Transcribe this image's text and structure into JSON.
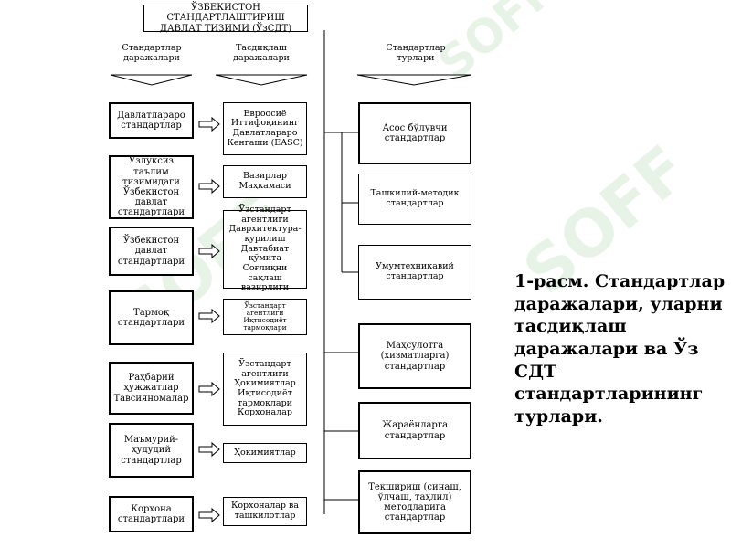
{
  "title": "ЎЗБЕКИСТОН СТАНДАРТЛАШТИРИШ ДАВЛАТ ТИЗИМИ (ЎзСДТ)",
  "headers": {
    "levels": "Стандартлар даражалари",
    "approval": "Тасдиқлаш даражалари",
    "types": "Стандартлар турлари"
  },
  "levels": [
    "Давлатлараро стандартлар",
    "Узлуксиз таълим тизимидаги Ўзбекистон давлат стандартлари",
    "Ўзбекистон давлат стандартлари",
    "Тармоқ стандартлари",
    "Раҳбарий ҳужжатлар Тавсияномалар",
    "Маъмурий-ҳудудий стандартлар",
    "Корхона стандартлари"
  ],
  "approvals": [
    "Евроосиё Иттифоқининг Давлатлараро Кенгаши (EASC)",
    "Вазирлар Маҳкамаси",
    "Ўзстандарт агентлиги Даврхитектура-қурилиш Давтабиат қўмита Соғлиқни сақлаш вазирлиги",
    "Ўзстандарт агентлиги Иқтисодиёт тармоқлари",
    "Ўзстандарт агентлиги Ҳокимиятлар Иқтисодиёт тармоқлари Корхоналар",
    "Ҳокимиятлар",
    "Корхоналар ва ташкилотлар"
  ],
  "types": [
    "Асос бўлувчи стандартлар",
    "Ташкилий-методик стандартлар",
    "Умумтехникавий стандартлар",
    "Маҳсулотга (хизматларга) стандартлар",
    "Жараёнларга стандартлар",
    "Текшириш (синаш, ўлчаш, таҳлил) методларига стандартлар"
  ],
  "caption": "1-расм. Стандартлар даражалари, уларни тасдиқлаш даражалари ва Ўз СДТ стандартларининг турлари.",
  "watermark": "SOFF",
  "colors": {
    "line": "#000000",
    "watermark": "#96c896"
  }
}
